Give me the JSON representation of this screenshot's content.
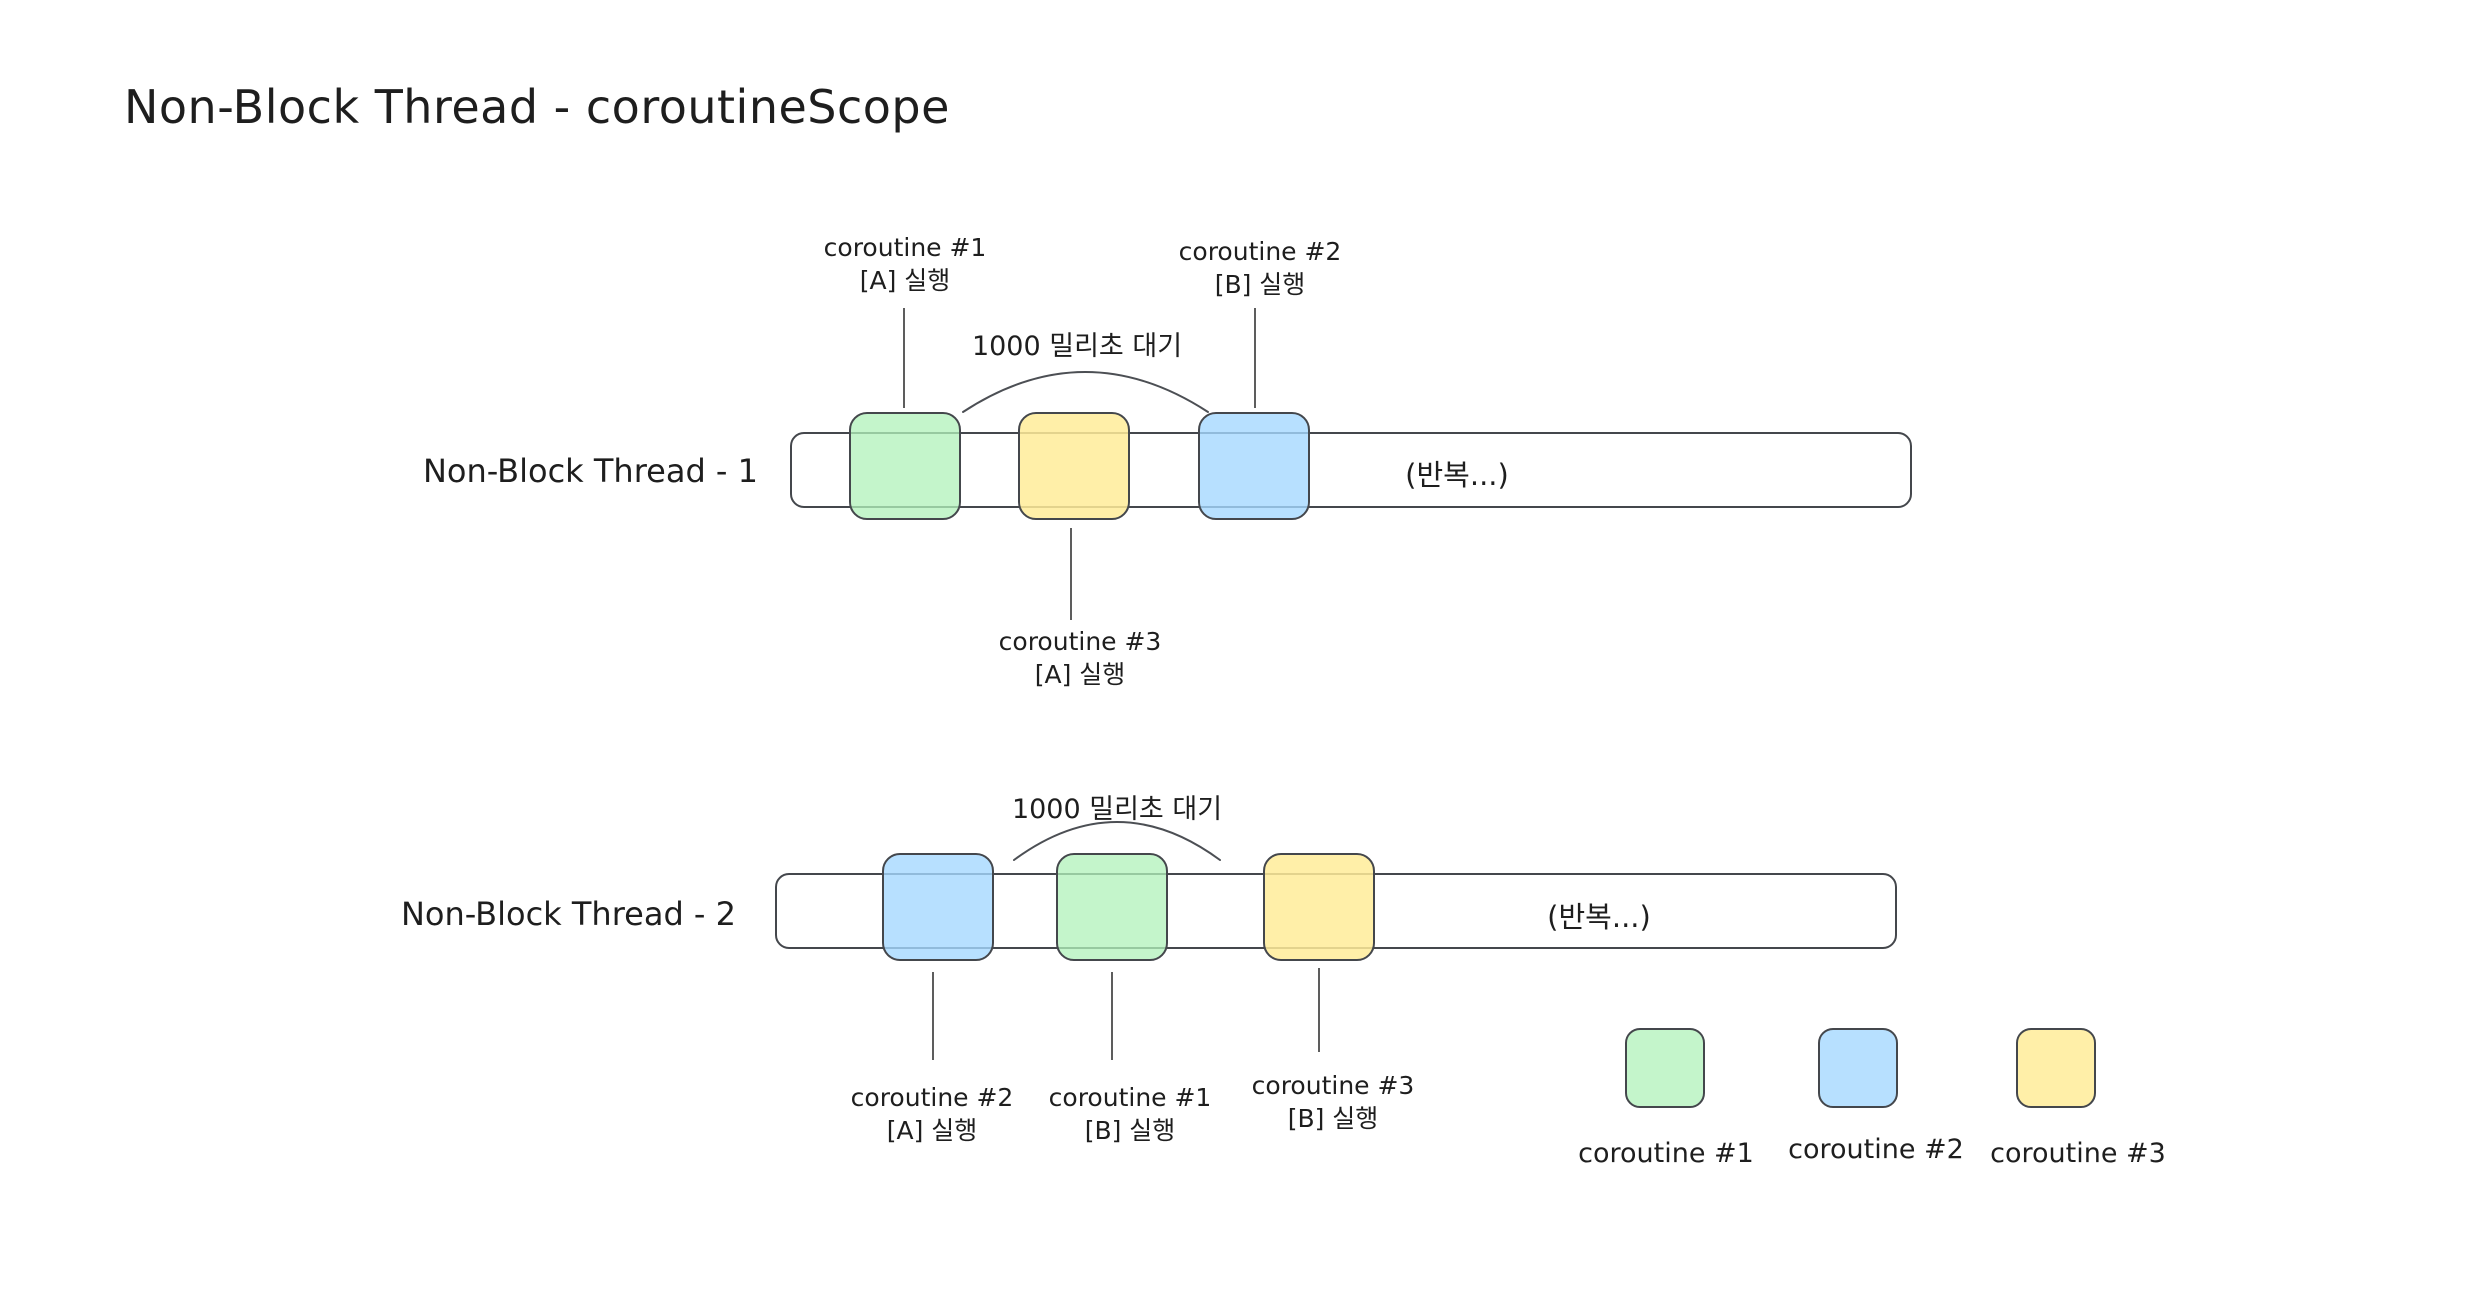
{
  "title": "Non-Block Thread - coroutineScope",
  "colors": {
    "green": "#b2f2bbc2",
    "blue": "#a5d8ffcc",
    "yellow": "#ffec99d9"
  },
  "thread1": {
    "label": "Non-Block Thread - 1",
    "wait_label": "1000 밀리초 대기",
    "repeat_label": "(반복...)",
    "ann_top_left": {
      "line1": "coroutine #1",
      "line2": "[A] 실행"
    },
    "ann_top_right": {
      "line1": "coroutine #2",
      "line2": "[B] 실행"
    },
    "ann_bottom": {
      "line1": "coroutine #3",
      "line2": "[A] 실행"
    }
  },
  "thread2": {
    "label": "Non-Block Thread - 2",
    "wait_label": "1000 밀리초 대기",
    "repeat_label": "(반복...)",
    "ann_bottom_left": {
      "line1": "coroutine #2",
      "line2": "[A] 실행"
    },
    "ann_bottom_mid": {
      "line1": "coroutine #1",
      "line2": "[B] 실행"
    },
    "ann_bottom_right": {
      "line1": "coroutine #3",
      "line2": "[B] 실행"
    }
  },
  "legend": {
    "item1": {
      "label": "coroutine #1"
    },
    "item2": {
      "label": "coroutine #2"
    },
    "item3": {
      "label": "coroutine #3"
    }
  }
}
